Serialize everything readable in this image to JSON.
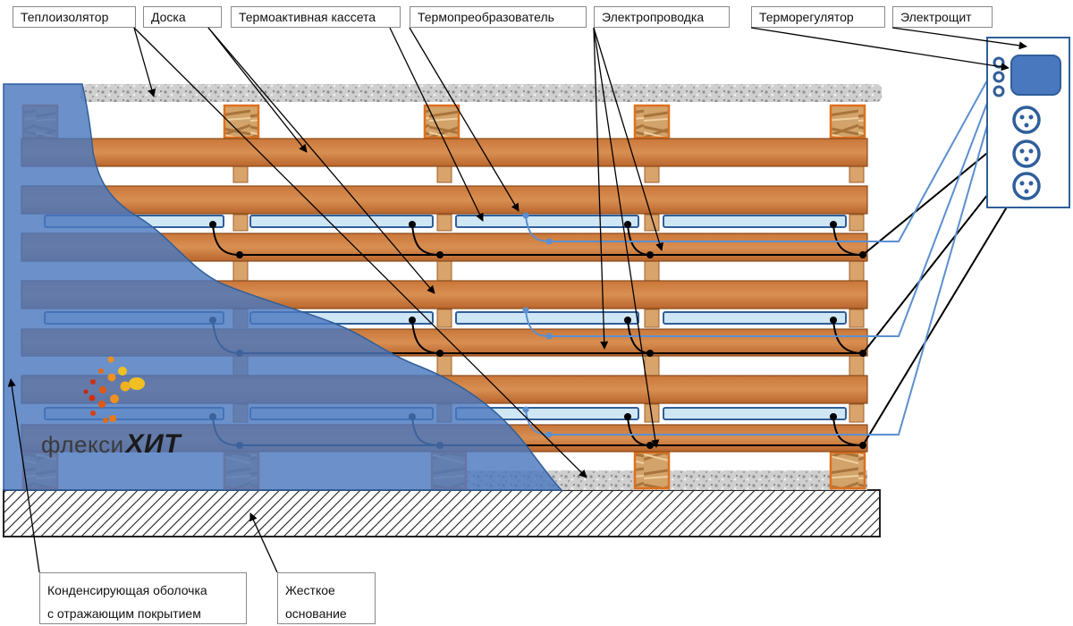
{
  "labels": {
    "insulator": "Теплоизолятор",
    "board": "Доска",
    "cassette": "Термоактивная кассета",
    "sensor": "Термопреобразователь",
    "wiring": "Электропроводка",
    "thermostat": "Терморегулятор",
    "panel": "Электрощит",
    "shell_line1": "Конденсирующая оболочка",
    "shell_line2": "с отражающим покрытием",
    "base_line1": "Жесткое",
    "base_line2": "основание"
  },
  "logo": {
    "prefix": "флекси",
    "brand": "ХИТ"
  },
  "colors": {
    "wood": "#b5652a",
    "wood_light": "#d48a4c",
    "cassette_fill": "#cfe6f5",
    "cassette_border": "#2f5f9a",
    "shell_blue": "#4a78be",
    "gravel": "#cfcfcf",
    "wire_black": "#000000",
    "wire_blue": "#5b8fd0",
    "panel_border": "#2f5f9a",
    "logo_dots": [
      "#f0c020",
      "#f09020",
      "#e05a10",
      "#d03010"
    ]
  }
}
